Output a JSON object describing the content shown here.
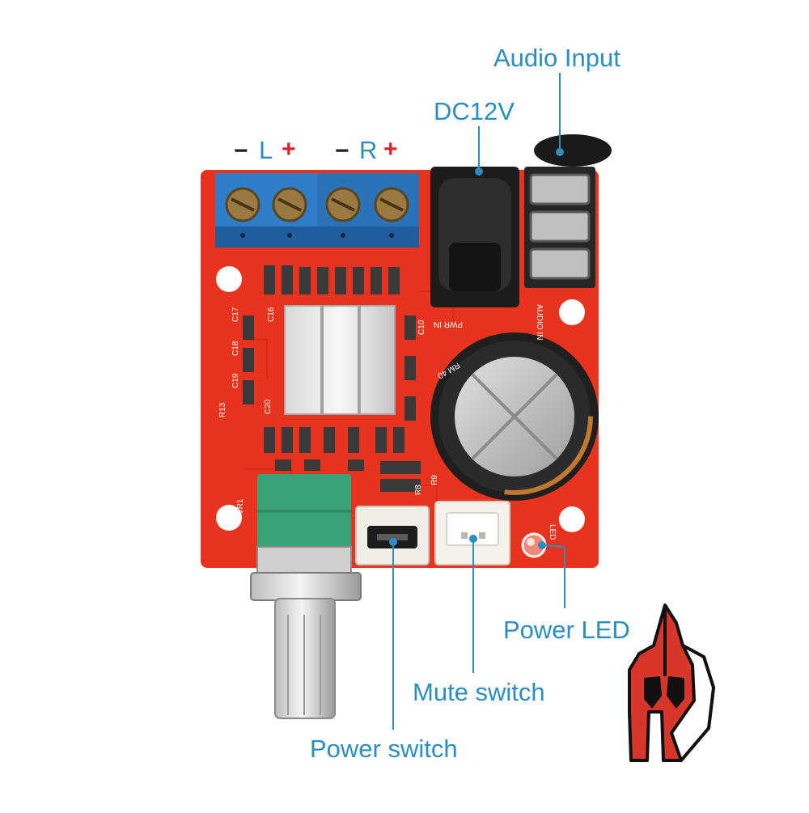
{
  "terminal_labels": {
    "left": {
      "minus": "−",
      "letter": "L",
      "plus": "+"
    },
    "right": {
      "minus": "−",
      "letter": "R",
      "plus": "+"
    }
  },
  "callouts": {
    "audio_input": "Audio Input",
    "dc12v": "DC12V",
    "power_led": "Power LED",
    "mute_switch": "Mute switch",
    "power_switch": "Power switch"
  },
  "silkscreen": {
    "vr1": "VR1",
    "led": "LED",
    "audio_in": "AUDIO IN",
    "pwr_in": "PWR IN",
    "r13": "R13",
    "r8": "R8",
    "r9": "R9",
    "c10": "C10",
    "c16": "C16",
    "c17": "C17",
    "c18": "C18",
    "c19": "C19",
    "c20": "C20",
    "cap_brand": "RM 40"
  },
  "colors": {
    "callout_text": "#2a8fc0",
    "leader_line": "#2a8fc0",
    "pcb_red": "#e8341e",
    "terminal_blue": "#2f7ec7",
    "pot_green": "#3aa276",
    "plus_sign": "#e5202a",
    "logo_red": "#d8362b"
  },
  "icons": {
    "logo": "spartan-helmet-icon"
  }
}
